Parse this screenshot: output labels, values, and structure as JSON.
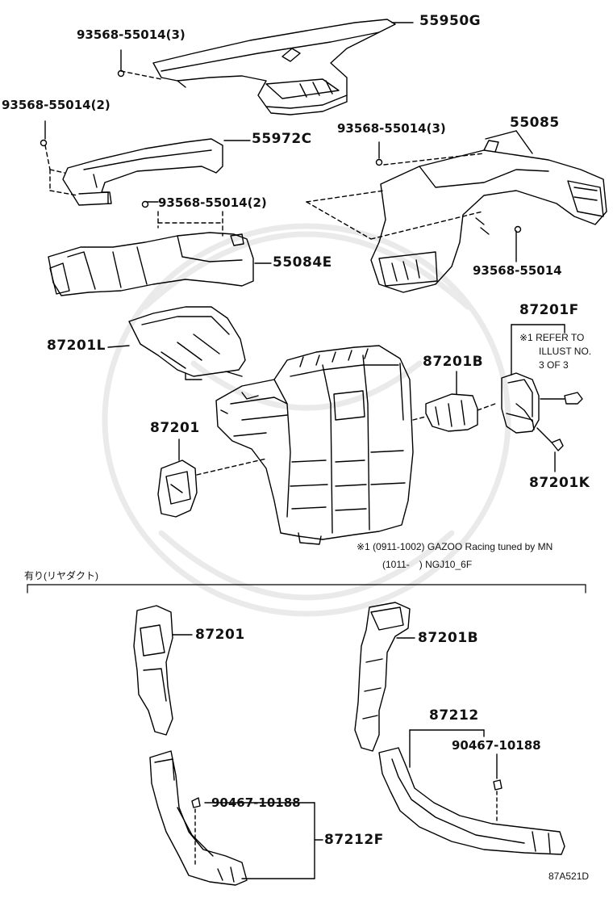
{
  "labels": {
    "p55950G": "55950G",
    "c93568_3a": "93568-55014(3)",
    "c93568_2a": "93568-55014(2)",
    "p55972C": "55972C",
    "c93568_3b": "93568-55014(3)",
    "p55085": "55085",
    "c93568_2b": "93568-55014(2)",
    "p55084E": "55084E",
    "c93568": "93568-55014",
    "p87201L": "87201L",
    "p87201F": "87201F",
    "p87201B_top": "87201B",
    "p87201_top": "87201",
    "p87201K": "87201K",
    "p87201_bottom": "87201",
    "p87201B_bottom": "87201B",
    "p87212": "87212",
    "c90467_right": "90467-10188",
    "c90467_left": "90467-10188",
    "p87212F": "87212F"
  },
  "notes": {
    "refer_line1": "※1 REFER TO",
    "refer_line2": "ILLUST NO.",
    "refer_line3": "3 OF 3",
    "gazoo_line1": "※1 (0911-1002) GAZOO Racing tuned by MN",
    "gazoo_line2": "(1011-　) NGJ10_6F",
    "section_header": "有り(リヤダクト)"
  },
  "diagram_ref": "87A521D"
}
